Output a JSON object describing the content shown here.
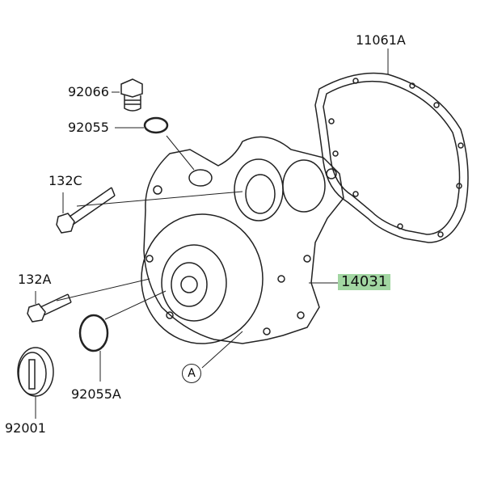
{
  "labels": {
    "gasket": "11061A",
    "plug": "92066",
    "oring_small": "92055",
    "bolt_c": "132C",
    "bolt_a": "132A",
    "cover": "14031",
    "ref_a": "A",
    "oring_large": "92055A",
    "cap": "92001"
  },
  "highlight_color": "#a2d6a2"
}
